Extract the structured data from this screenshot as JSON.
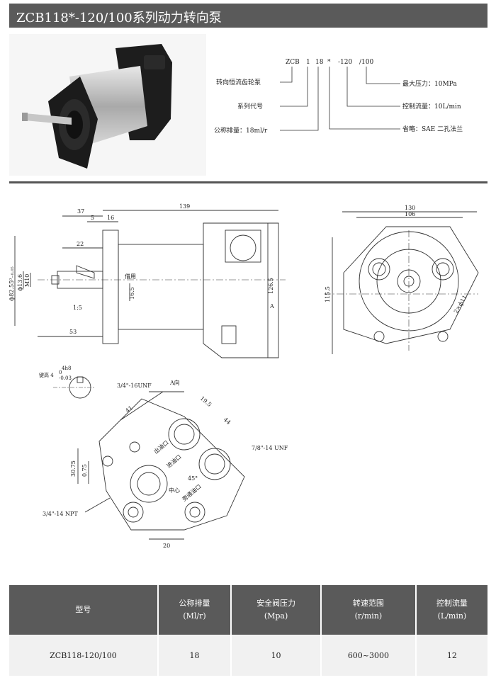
{
  "title": "ZCB118*-120/100系列动力转向泵",
  "code": {
    "parts": [
      "ZCB",
      "1",
      "18",
      "*",
      "-120",
      "/100"
    ],
    "left_labels": [
      "转向恒流齿轮泵",
      "系列代号",
      "公称排量：18ml/r"
    ],
    "right_labels": [
      "最大压力：10MPa",
      "控制流量：10L/min",
      "省略：SAE 二孔法兰"
    ]
  },
  "drawing_front": {
    "dims": [
      "37",
      "139",
      "5",
      "16",
      "22",
      "53",
      "126.5",
      "16.5",
      "ф82.55⁰₋₀.₀₅",
      "ф13.6",
      "M10",
      "1:5"
    ],
    "labels": [
      "借用",
      "A"
    ]
  },
  "drawing_side": {
    "dims": [
      "130",
      "106",
      "115.5",
      "2×ф11"
    ]
  },
  "drawing_key": {
    "labels": [
      "4h8",
      "键高 4",
      "0",
      "-0.03"
    ]
  },
  "drawing_view_a": {
    "labels": [
      "3/4\"-16UNF",
      "A向",
      "19.5",
      "44",
      "41",
      "出油口",
      "进油口",
      "7/8\"-14 UNF",
      "中心",
      "旁通油口",
      "30.75",
      "0.75",
      "45°",
      "3/4\"-14 NPT",
      "20"
    ]
  },
  "table": {
    "headers": [
      {
        "line1": "型号",
        "line2": ""
      },
      {
        "line1": "公称排量",
        "line2": "(Ml/r)"
      },
      {
        "line1": "安全阀压力",
        "line2": "(Mpa)"
      },
      {
        "line1": "转速范围",
        "line2": "(r/min)"
      },
      {
        "line1": "控制流量",
        "line2": "(L/min)"
      }
    ],
    "rows": [
      [
        "ZCB118-120/100",
        "18",
        "10",
        "600~3000",
        "12"
      ]
    ]
  }
}
